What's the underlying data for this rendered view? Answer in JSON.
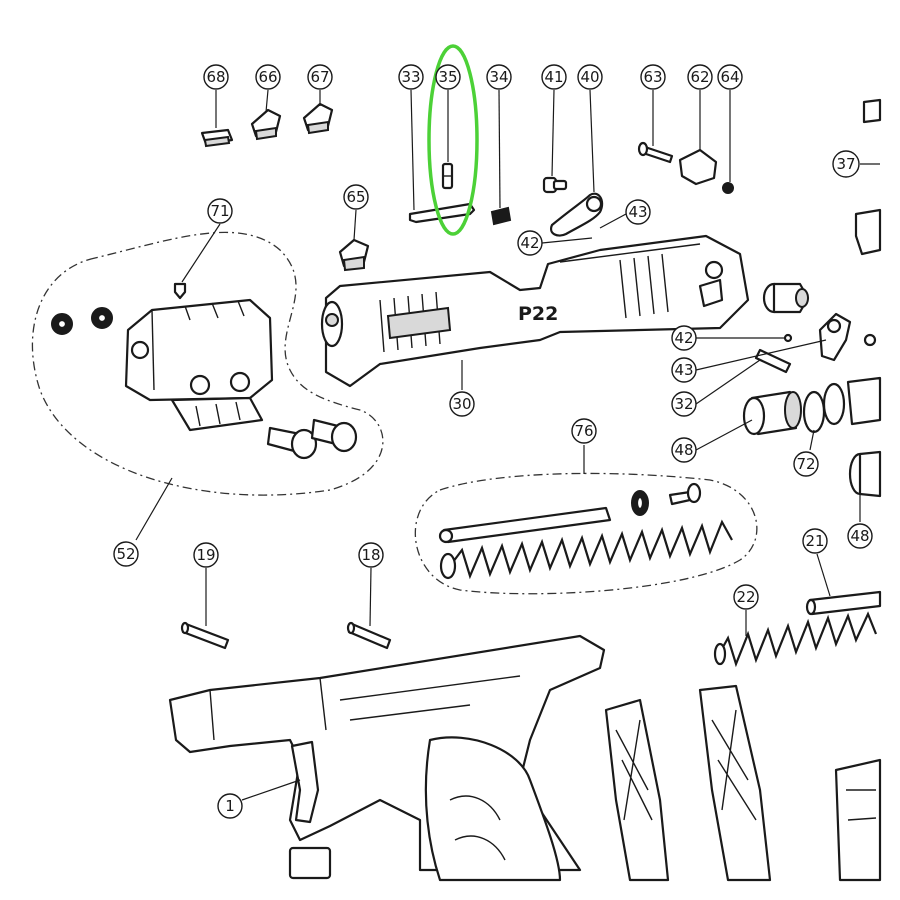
{
  "diagram": {
    "model_marking": "P22",
    "highlight_color": "#4cd137",
    "highlighted_part": "35",
    "callouts": [
      "68",
      "66",
      "67",
      "33",
      "35",
      "34",
      "41",
      "40",
      "63",
      "62",
      "64",
      "37",
      "71",
      "65",
      "43",
      "42",
      "42",
      "43",
      "32",
      "30",
      "48",
      "72",
      "48",
      "76",
      "52",
      "19",
      "18",
      "21",
      "22",
      "1"
    ]
  }
}
